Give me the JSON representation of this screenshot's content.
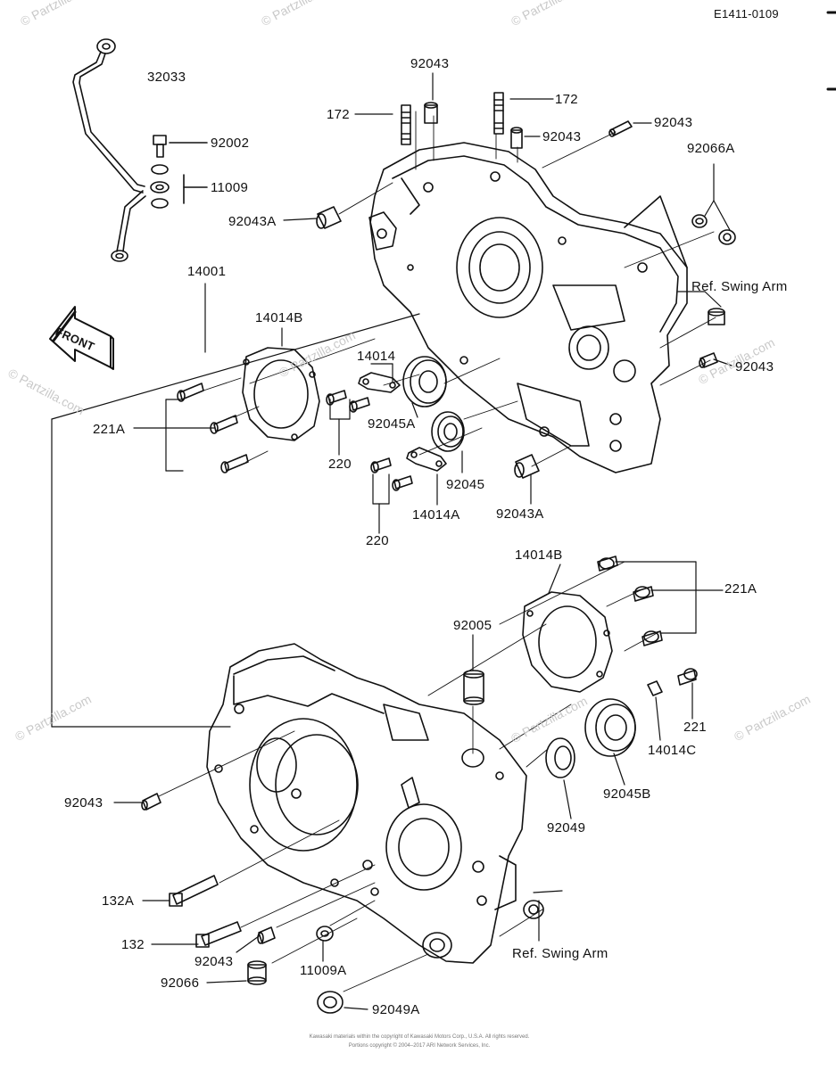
{
  "diagram_code": "E1411-0109",
  "front_label": "FRONT",
  "watermark": "© Partzilla.com",
  "labels": {
    "l32033": "32033",
    "l92002": "92002",
    "l11009": "11009",
    "l92043_top": "92043",
    "l172_left": "172",
    "l172_right": "172",
    "l92043_mid": "92043",
    "l92043_right": "92043",
    "l92066A": "92066A",
    "l92043A_top": "92043A",
    "l14001": "14001",
    "lRefSwing_top": "Ref. Swing Arm",
    "l14014B_top": "14014B",
    "l14014": "14014",
    "l92043_r2": "92043",
    "l221A_left": "221A",
    "l92045A": "92045A",
    "l220_a": "220",
    "l92045": "92045",
    "l14014A": "14014A",
    "l92043A_bot": "92043A",
    "l220_b": "220",
    "l14014B_bot": "14014B",
    "l221A_right": "221A",
    "l92005": "92005",
    "l221": "221",
    "l14014C": "14014C",
    "l92045B": "92045B",
    "l92043_left": "92043",
    "l92049": "92049",
    "l132A": "132A",
    "l132": "132",
    "lRefSwing_bot": "Ref. Swing Arm",
    "l92043_bot": "92043",
    "l11009A": "11009A",
    "l92066": "92066",
    "l92049A": "92049A"
  },
  "footer": {
    "line1": "Kawasaki materials within the copyright of Kawasaki Motors Corp., U.S.A. All rights reserved.",
    "line2": "Portions copyright © 2004–2017 ARI Network Services, Inc."
  }
}
